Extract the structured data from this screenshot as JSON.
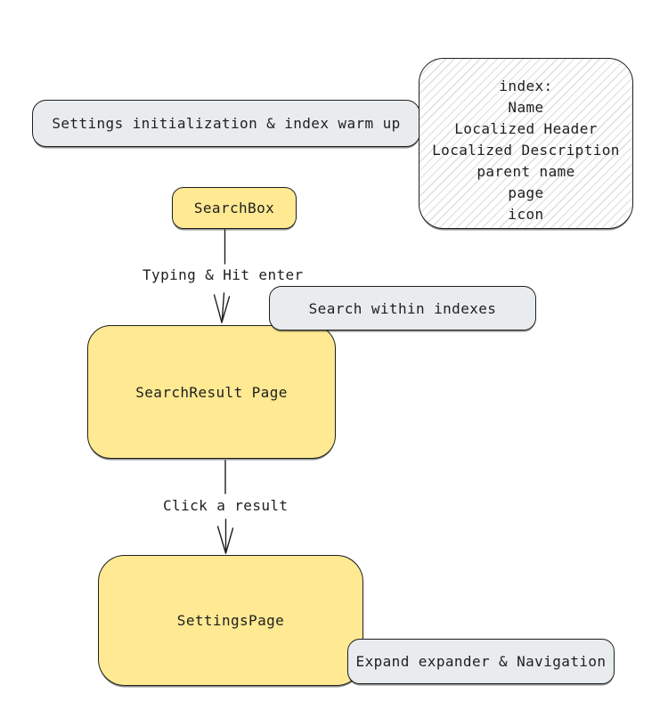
{
  "diagram": {
    "colors": {
      "node_yellow_fill": "#ffe993",
      "node_grey_fill": "#e9ecef",
      "stroke": "#1e1e1e",
      "hatch_line": "#dddddd",
      "background": "#ffffff"
    },
    "nodes": {
      "settings_init": {
        "label": "Settings initialization & index warm up",
        "fill": "grey"
      },
      "index_note": {
        "fill": "white-hatched",
        "lines": [
          "index:",
          "Name",
          "Localized Header",
          "Localized Description",
          "parent name",
          "page",
          "icon"
        ]
      },
      "search_box": {
        "label": "SearchBox",
        "fill": "yellow"
      },
      "search_within": {
        "label": "Search within indexes",
        "fill": "grey"
      },
      "search_result": {
        "label": "SearchResult Page",
        "fill": "yellow"
      },
      "settings_page": {
        "label": "SettingsPage",
        "fill": "yellow"
      },
      "expand_nav": {
        "label": "Expand expander & Navigation",
        "fill": "grey"
      }
    },
    "edges": [
      {
        "from": "search_box",
        "to": "search_result",
        "label": "Typing & Hit enter"
      },
      {
        "from": "search_result",
        "to": "settings_page",
        "label": "Click a result"
      }
    ]
  }
}
